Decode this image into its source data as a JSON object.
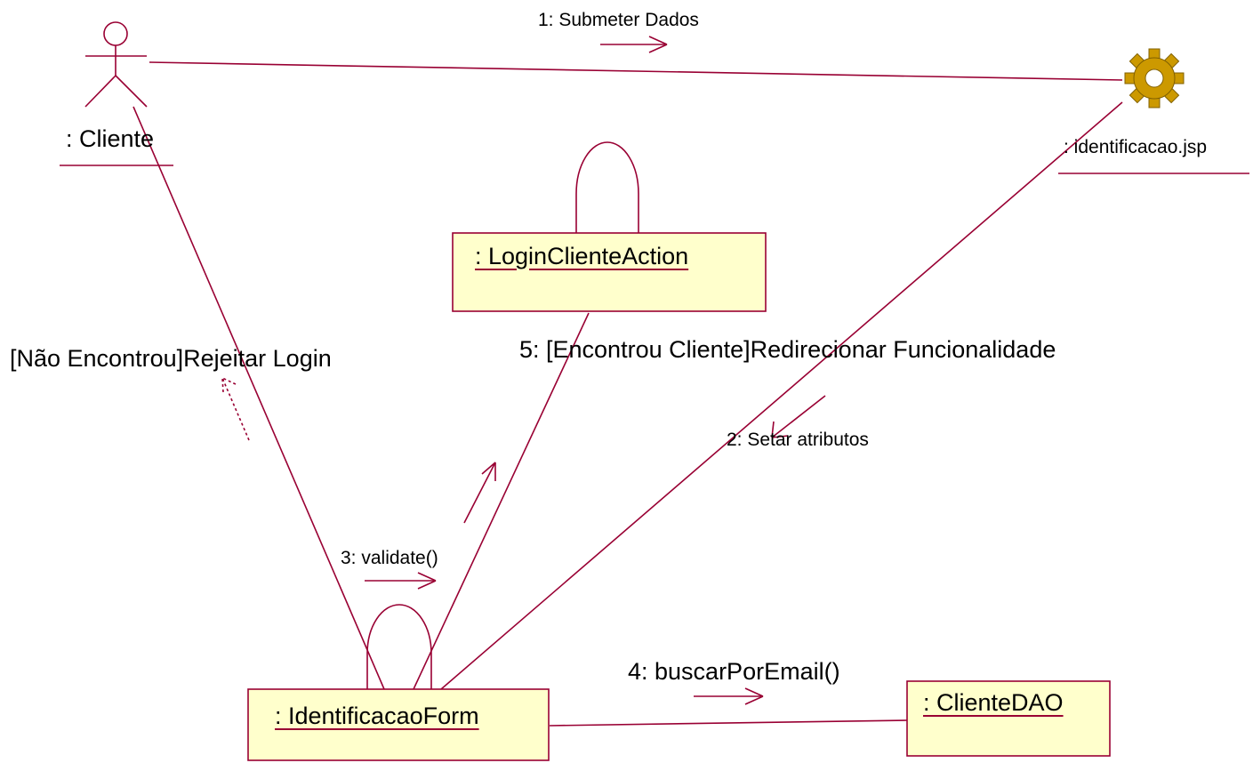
{
  "actors": {
    "cliente": {
      "label": ": Cliente",
      "icon": "actor-stick-figure-icon"
    },
    "jsp": {
      "label": ": identificacao.jsp",
      "icon": "gear-boundary-icon"
    }
  },
  "objects": {
    "login_action": {
      "label": ": LoginClienteAction"
    },
    "identificacao_form": {
      "label": ": IdentificacaoForm"
    },
    "cliente_dao": {
      "label": ": ClienteDAO"
    }
  },
  "messages": {
    "m1": "1: Submeter Dados",
    "m2": "2: Setar atributos",
    "m3": "3: validate()",
    "m4": "4: buscarPorEmail()",
    "m5": "5: [Encontrou Cliente]Redirecionar Funcionalidade",
    "reject": "[Não Encontrou]Rejeitar Login"
  },
  "colors": {
    "line": "#990033",
    "box_fill": "#ffffcc",
    "gear": "#cc9900"
  }
}
